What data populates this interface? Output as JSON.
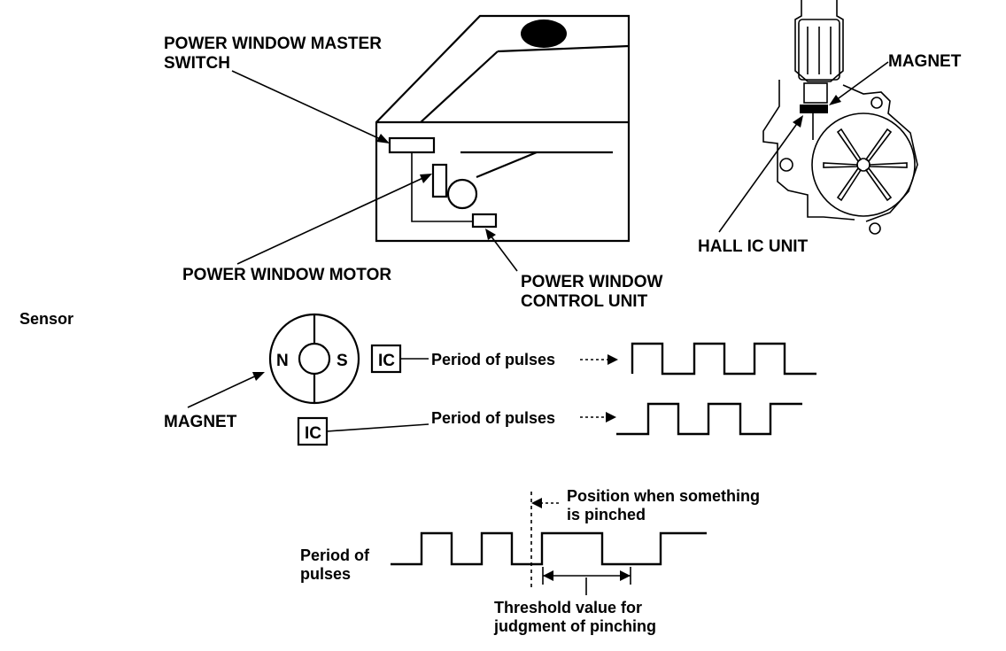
{
  "labels": {
    "master_switch": [
      "POWER WINDOW MASTER",
      "SWITCH"
    ],
    "motor": "POWER WINDOW MOTOR",
    "control_unit": [
      "POWER WINDOW",
      "CONTROL UNIT"
    ],
    "magnet_top": "MAGNET",
    "hall_ic": "HALL IC UNIT",
    "sensor": "Sensor",
    "pole_n": "N",
    "pole_s": "S",
    "ic_1": "IC",
    "ic_2": "IC",
    "period_1": "Period of pulses",
    "period_2": "Period of pulses",
    "magnet_bottom": "MAGNET",
    "period_bottom": [
      "Period of",
      "pulses"
    ],
    "pinched": [
      "Position when something",
      "is pinched"
    ],
    "threshold": [
      "Threshold value for",
      "judgment of pinching"
    ]
  }
}
